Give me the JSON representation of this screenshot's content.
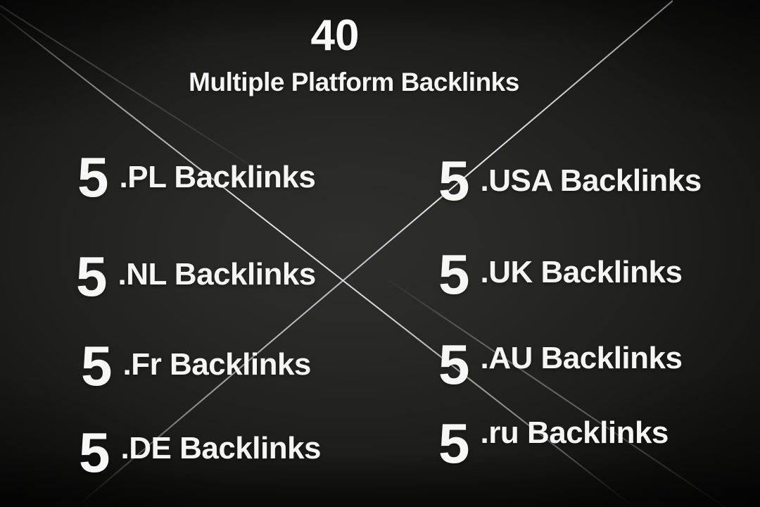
{
  "header": {
    "total": "40",
    "subtitle": "Multiple Platform Backlinks"
  },
  "backlinks": {
    "left": [
      {
        "count": "5",
        "label": ".PL Backlinks"
      },
      {
        "count": "5",
        "label": ".NL Backlinks"
      },
      {
        "count": "5",
        "label": ".Fr Backlinks"
      },
      {
        "count": "5",
        "label": ".DE Backlinks"
      }
    ],
    "right": [
      {
        "count": "5",
        "label": ".USA Backlinks"
      },
      {
        "count": "5",
        "label": ".UK Backlinks"
      },
      {
        "count": "5",
        "label": ".AU Backlinks"
      },
      {
        "count": "5",
        "label": ".ru Backlinks"
      }
    ]
  },
  "colors": {
    "background_center": "#2d2d2b",
    "background_edge": "#0a0a0a",
    "text": "#f7f7f7",
    "light_streak": "#e8e8ee"
  }
}
